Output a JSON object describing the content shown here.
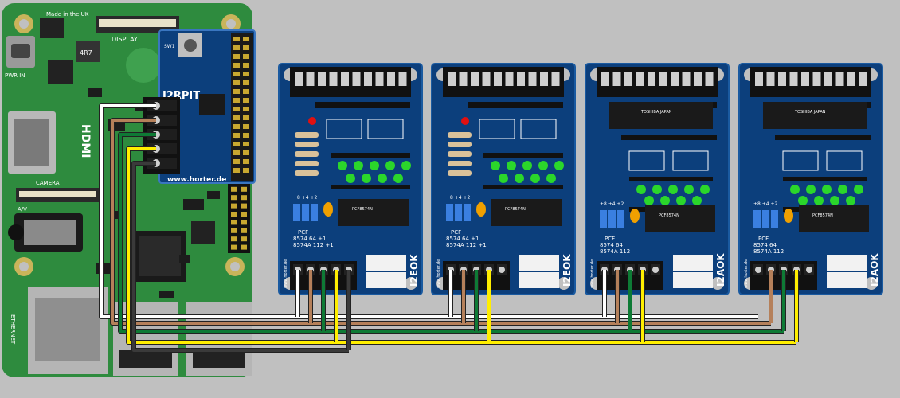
{
  "colors": {
    "background": "#c0c0c0",
    "pi_pcb": "#2e8b3e",
    "module_pcb": "#0c3f7c",
    "module_edge": "#1a5aa0",
    "terminal_black": "#111111",
    "wire_white": "#ffffff",
    "wire_brown": "#b5805a",
    "wire_green": "#0e7a35",
    "wire_yellow": "#ffee00",
    "wire_dark": "#3a3a3a",
    "led_green": "#2bd62b",
    "led_red": "#e01010",
    "jumper_blue": "#3a7fe0",
    "cap_orange": "#f0a000",
    "chip": "#1a1a1a"
  },
  "pi": {
    "made_in": "Made in the UK",
    "display": "DISPLAY",
    "pwr": "PWR IN",
    "hdmi": "HDMI",
    "camera": "CAMERA",
    "av": "A/V",
    "ethernet": "ETHERNET",
    "chip_code": "4R7"
  },
  "adapter": {
    "name": "I2RPIT",
    "url": "www.horter.de",
    "sw": "SW1"
  },
  "modules": [
    {
      "label": "I2EOK",
      "jumper_hdr": "+8 +4 +2",
      "pcf1": "PCF",
      "pcf2": "8574  64 +1",
      "pcf3": "8574A 112 +1",
      "chip": "PCF8574N",
      "url": "www.horter.de"
    },
    {
      "label": "I2EOK",
      "jumper_hdr": "+8 +4 +2",
      "pcf1": "PCF",
      "pcf2": "8574  64 +1",
      "pcf3": "8574A 112 +1",
      "chip": "PCF8574N",
      "url": "www.horter.de"
    },
    {
      "label": "I2AOK",
      "jumper_hdr": "+8 +4 +2",
      "pcf1": "PCF",
      "pcf2": "8574  64",
      "pcf3": "8574A 112",
      "chip": "PCF8574N",
      "chip2": "TOSHIBA JAPAN",
      "url": "www.horter.de"
    },
    {
      "label": "I2AOK",
      "jumper_hdr": "+8 +4 +2",
      "pcf1": "PCF",
      "pcf2": "8574  64",
      "pcf3": "8574A 112",
      "chip": "PCF8574N",
      "chip2": "TOSHIBA JAPAN",
      "url": "www.horter.de"
    }
  ]
}
